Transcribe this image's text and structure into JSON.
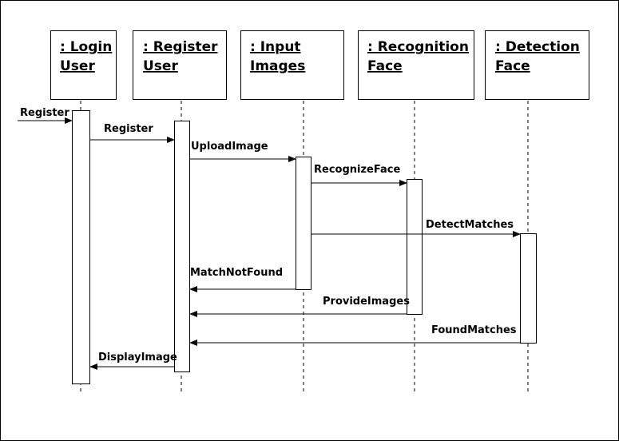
{
  "objects": [
    {
      "line1": ": Login",
      "line2": "User"
    },
    {
      "line1": ": Register",
      "line2": "User"
    },
    {
      "line1": ": Input",
      "line2": "Images"
    },
    {
      "line1": ": Recognition",
      "line2": "Face"
    },
    {
      "line1": ": Detection",
      "line2": "Face"
    }
  ],
  "messages": [
    {
      "label": "Register",
      "from": null,
      "to": 0
    },
    {
      "label": "Register",
      "from": 0,
      "to": 1
    },
    {
      "label": "UploadImage",
      "from": 1,
      "to": 2
    },
    {
      "label": "RecognizeFace",
      "from": 2,
      "to": 3
    },
    {
      "label": "DetectMatches",
      "from": 2,
      "to": 4
    },
    {
      "label": "MatchNotFound",
      "from": 2,
      "to": 1
    },
    {
      "label": "ProvideImages",
      "from": 3,
      "to": 1
    },
    {
      "label": "FoundMatches",
      "from": 4,
      "to": 1
    },
    {
      "label": "DisplayImage",
      "from": 1,
      "to": 0
    }
  ]
}
